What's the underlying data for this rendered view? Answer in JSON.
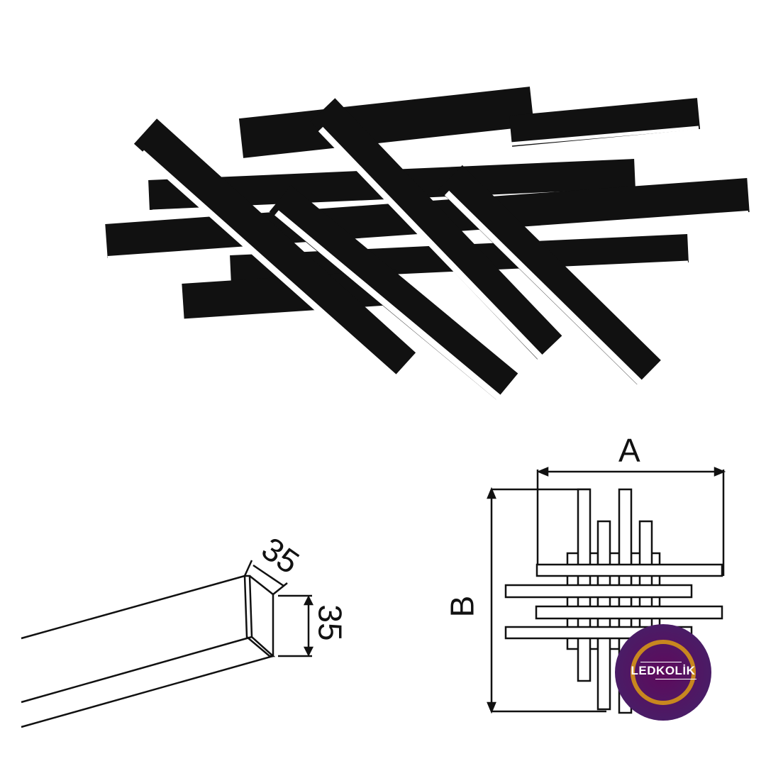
{
  "dimensions": {
    "top_view_width_label": "A",
    "top_view_height_label": "B",
    "profile_width": "35",
    "profile_height": "35"
  },
  "logo": {
    "text": "LEDKOLİK",
    "colors": {
      "background": "#4a1c66",
      "ring": "#c8871f"
    }
  }
}
